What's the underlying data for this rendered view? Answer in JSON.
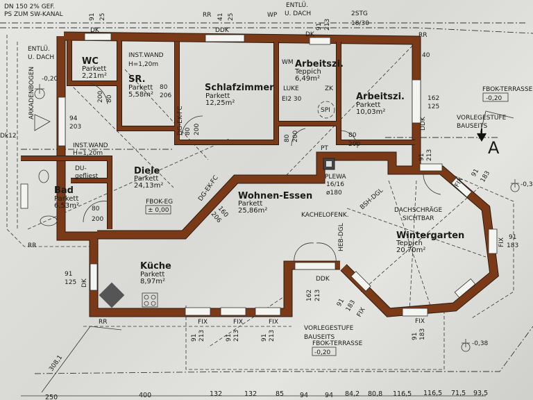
{
  "rooms": [
    {
      "name": "WC",
      "floor": "Parkett",
      "area": "2,21m²"
    },
    {
      "name": "SR.",
      "floor": "Parkett",
      "area": "5,58m²"
    },
    {
      "name": "Schlafzimmer",
      "floor": "Parkett",
      "area": "12,25m²"
    },
    {
      "name": "Arbeitszi.",
      "floor": "Teppich",
      "area": "6,49m²"
    },
    {
      "name": "Arbeitszi.",
      "floor": "Parkett",
      "area": "10,03m²"
    },
    {
      "name": "Bad",
      "floor": "Parkett",
      "area": "6,53m²"
    },
    {
      "name": "Diele",
      "floor": "Parkett",
      "area": "24,13m²"
    },
    {
      "name": "Wohnen-Essen",
      "floor": "Parkett",
      "area": "25,86m²"
    },
    {
      "name": "Küche",
      "floor": "Parkett",
      "area": "8,97m²"
    },
    {
      "name": "Wintergarten",
      "floor": "Teppich",
      "area": "20,70m²"
    }
  ],
  "annotations": {
    "dn150": "DN 150  2% GEF.",
    "ps_kanal": "PS ZUM SW-KANAL",
    "entlu1": "ENTLÜ.",
    "udach1": "U. DACH",
    "arkadenbogen": "ARKADENBOGEN",
    "lvl_020": "-0,20",
    "inst_wand1": "INST.WAND",
    "inst_h1": "H=1,20m",
    "inst_wand2": "INST.WAND",
    "inst_h2": "H=1,20m",
    "rr1": "RR",
    "rr2": "RR",
    "rr3": "RR",
    "rr4": "RR",
    "wp": "WP",
    "entlu2": "ENTLÜ.",
    "udach2": "U. DACH",
    "stg": "2STG",
    "stg_dim": "18/30",
    "wm": "WM",
    "luke": "LUKE",
    "ei2": "EI2 30",
    "zk": "ZK",
    "spi": "SPI",
    "pt": "PT",
    "dk12": "Dk12",
    "du": "DU-",
    "gefliest": "gefliest",
    "fbok_eg": "FBOK-EG",
    "fbok_eg_val": "± 0,00",
    "dg_ek_fc1": "DG-EK-FC",
    "dg_ek_fc2": "DG-EK-FC",
    "plewa": "PLEWA",
    "plewa_dim": "16/16",
    "plewa_d": "ø180",
    "kachelofen": "KACHELOFENK.",
    "bsh_dgl": "BSH-DGL",
    "heb_dgl": "HEB-DGL",
    "dachschraege": "DACHSCHRÄGE",
    "sichtbar": "SICHTBAR",
    "fbok_terr1": "FBOK-TERRASSE",
    "fbok_terr1_val": "-0,20",
    "fbok_terr2": "FBOK-TERRASSE",
    "fbok_terr2_val": "-0,20",
    "vorlege1": "VORLEGESTUFE",
    "bauseits1": "BAUSEITS",
    "vorlege2": "VORLEGESTUFE",
    "bauseits2": "BAUSEITS",
    "section_a": "A",
    "lvl_038": "-0,38",
    "lvl_030": "-0,3",
    "diag_308": "308,1"
  },
  "openings": {
    "wc_win": [
      "91",
      "25",
      "DK"
    ],
    "sz_win": [
      "41",
      "25",
      "DDK"
    ],
    "az_win": [
      "91",
      "213",
      "DK"
    ],
    "az2_win": [
      "162",
      "125",
      "DDK"
    ],
    "wc_door": [
      "80",
      "200"
    ],
    "sr_door": [
      "80",
      "206"
    ],
    "sz_door": [
      "80",
      "200"
    ],
    "az_door1": [
      "80",
      "200"
    ],
    "az_door2": [
      "80",
      "200"
    ],
    "bad_win": [
      "94",
      "203"
    ],
    "bad_door": [
      "80",
      "200"
    ],
    "diele_door": [
      "160",
      "206"
    ],
    "kueche_win": [
      "91",
      "125",
      "DK"
    ],
    "wo_door": [
      "162",
      "213",
      "DDK"
    ],
    "dim_40": "40",
    "dim_91_213": [
      "91",
      "213"
    ],
    "wg_win_ne": [
      "91",
      "183",
      "FIX"
    ],
    "wg_win_e": [
      "91",
      "183",
      "FIX"
    ],
    "wg_win_s": [
      "91",
      "183",
      "FIX"
    ],
    "wg_win_sw": [
      "91",
      "183",
      "FIX"
    ],
    "south_wins": [
      [
        "91",
        "213",
        "FIX"
      ],
      [
        "91",
        "213",
        "FIX"
      ],
      [
        "91",
        "213",
        "FIX"
      ]
    ]
  },
  "bottom_dimensions": [
    "250",
    "400",
    "132",
    "132",
    "85",
    "94",
    "94",
    "84,2",
    "80,8",
    "116,5",
    "116,5",
    "71,5",
    "93,5"
  ]
}
